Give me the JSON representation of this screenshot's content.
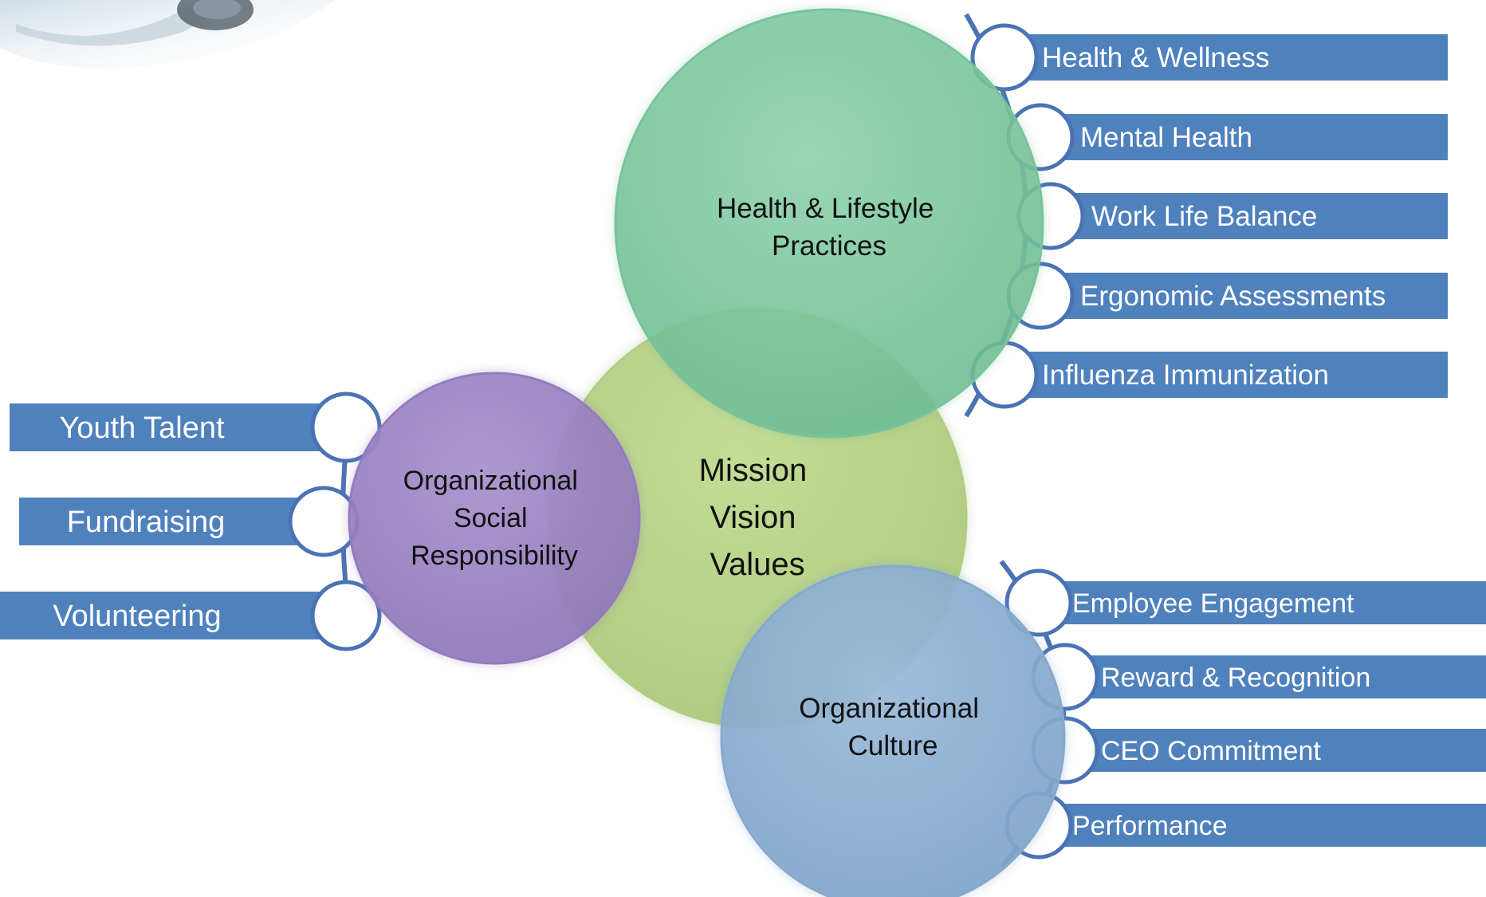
{
  "center": {
    "lines": [
      "Mission",
      "Vision",
      "Values"
    ]
  },
  "health": {
    "lines": [
      "Health & Lifestyle",
      "Practices"
    ],
    "items": [
      "Health & Wellness",
      "Mental Health",
      "Work Life Balance",
      "Ergonomic Assessments",
      "Influenza Immunization"
    ]
  },
  "social": {
    "lines": [
      "Organizational",
      "Social",
      "Responsibility"
    ],
    "items": [
      "Youth Talent",
      "Fundraising",
      "Volunteering"
    ]
  },
  "culture": {
    "lines": [
      "Organizational",
      "Culture"
    ],
    "items": [
      "Employee Engagement",
      "Reward & Recognition",
      "CEO Commitment",
      "Performance"
    ]
  },
  "colors": {
    "bar": "#4f81bd",
    "connector": "#4a73b5",
    "center": "#b9d48c",
    "health": "#7ec8a0",
    "social": "#9c85c4",
    "culture": "#8aaed2"
  }
}
